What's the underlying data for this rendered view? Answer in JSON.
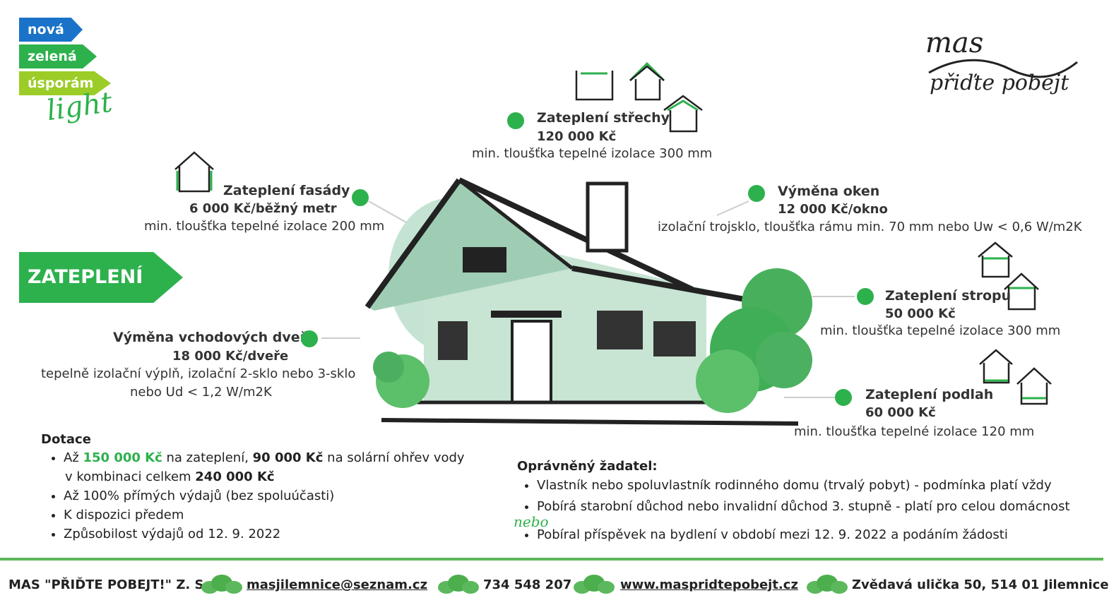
{
  "logo": {
    "line1": "nová",
    "line2": "zelená",
    "line3": "úsporám",
    "line4": "light",
    "colors": {
      "nova": "#1a73c8",
      "zelena": "#2db14d",
      "usporam": "#9ccc28",
      "light": "#2db14d"
    }
  },
  "mas_logo": {
    "line1": "mas",
    "line2": "přiďte pobejt"
  },
  "section_badge": "ZATEPLENÍ",
  "items": {
    "roof": {
      "title": "Zateplení střechy",
      "price": "120 000 Kč",
      "note": "min. tloušťka tepelné izolace 300 mm"
    },
    "facade": {
      "title": "Zateplení fasády",
      "price": "6 000 Kč/běžný metr",
      "note": "min. tloušťka tepelné izolace 200 mm"
    },
    "windows": {
      "title": "Výměna oken",
      "price": "12 000 Kč/okno",
      "note": "izolační trojsklo, tloušťka rámu min. 70 mm nebo Uw < 0,6 W/m2K"
    },
    "ceiling": {
      "title": "Zateplení stropu",
      "price": "50 000 Kč",
      "note": "min. tloušťka tepelné izolace 300 mm"
    },
    "doors": {
      "title": "Výměna vchodových dveří",
      "price": "18 000 Kč/dveře",
      "note1": "tepelně izolační výplň, izolační 2-sklo nebo 3-sklo",
      "note2": "nebo Ud < 1,2 W/m2K"
    },
    "floors": {
      "title": "Zateplení podlah",
      "price": "60 000 Kč",
      "note": "min. tloušťka tepelné izolace 120 mm"
    }
  },
  "dotace": {
    "heading": "Dotace",
    "b1_a": "Až ",
    "b1_b": "150 000 Kč",
    "b1_c": " na zateplení, ",
    "b1_d": "90 000 Kč",
    "b1_e": " na solární ohřev vody",
    "b1_f": "v kombinaci celkem ",
    "b1_g": "240 000 Kč",
    "b2": "Až 100% přímých výdajů (bez spoluúčasti)",
    "b3": "K dispozici předem",
    "b4": "Způsobilost výdajů od 12. 9. 2022"
  },
  "zadatel": {
    "heading": "Oprávněný žadatel:",
    "b1": "Vlastník nebo spoluvlastník rodinného domu (trvalý pobyt) - podmínka platí vždy",
    "b2": "Pobírá starobní důchod nebo invalidní důchod 3. stupně - platí pro celou domácnost",
    "nebo": "nebo",
    "b3": "Pobíral příspěvek na bydlení v období mezi 12. 9. 2022 a podáním žádosti"
  },
  "footer": {
    "org": "MAS \"PŘIĎTE POBEJT!\" Z. S.",
    "email": "masjilemnice@seznam.cz",
    "phone": "734 548 207",
    "web": "www.maspridtepobejt.cz",
    "address": "Zvědavá ulička 50, 514 01 Jilemnice"
  }
}
